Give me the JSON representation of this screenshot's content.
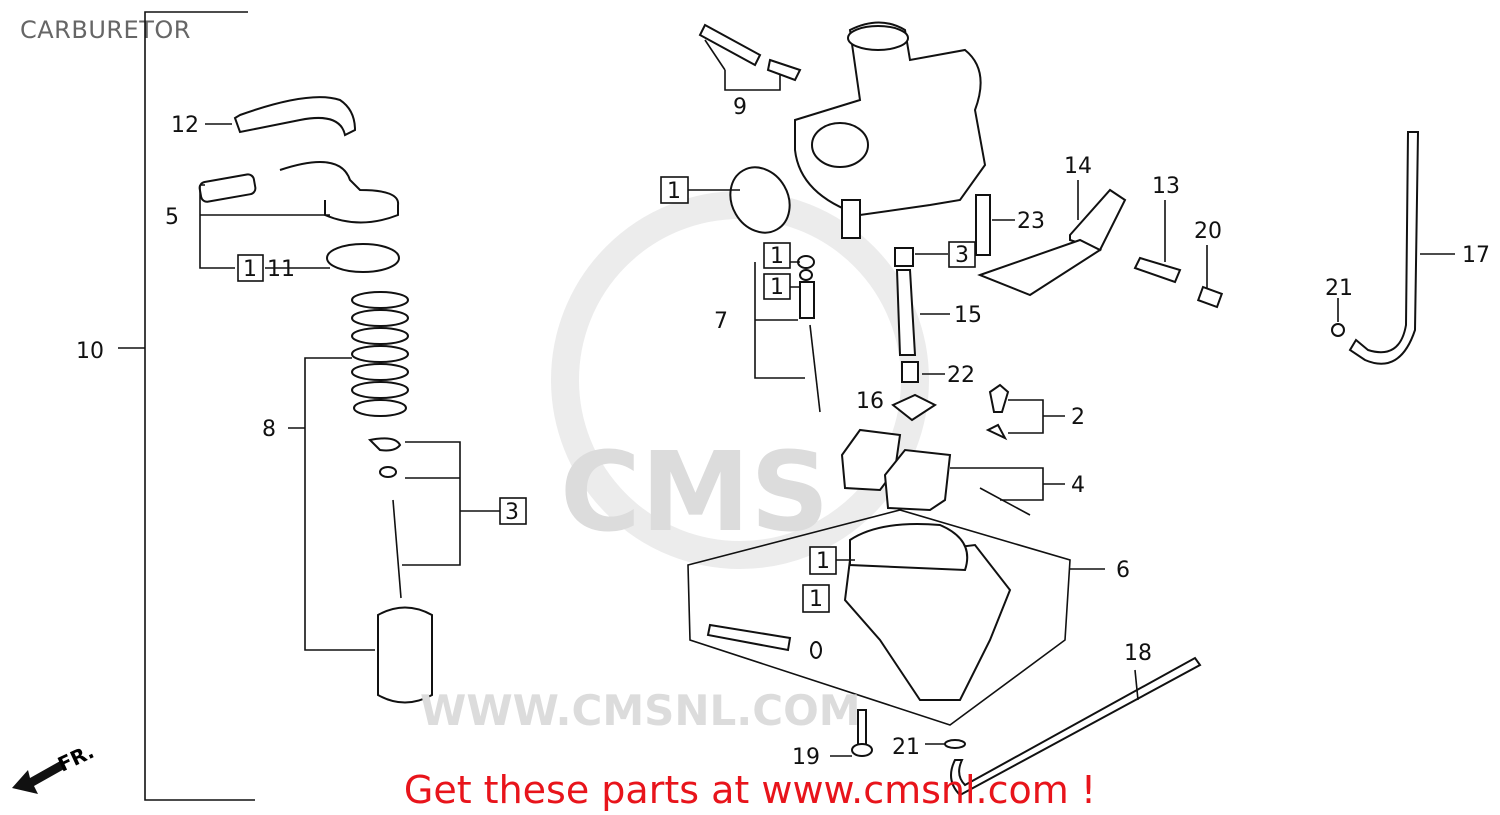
{
  "title": "CARBURETOR",
  "footer": "Get these parts at www.cmsnl.com !",
  "watermark": {
    "logo": "CMS",
    "url": "WWW.CMSNL.COM"
  },
  "direction": "FR.",
  "callouts": {
    "c12": "12",
    "c5": "5",
    "c1a": "1",
    "c11": "11",
    "c10": "10",
    "c8": "8",
    "c3a": "3",
    "c9": "9",
    "c1b": "1",
    "c1c": "1",
    "c1d": "1",
    "c7": "7",
    "c23": "23",
    "c3b": "3",
    "c15": "15",
    "c22": "22",
    "c16": "16",
    "c14": "14",
    "c13": "13",
    "c20": "20",
    "c17": "17",
    "c21a": "21",
    "c2": "2",
    "c4": "4",
    "c6": "6",
    "c1e": "1",
    "c1f": "1",
    "c18": "18",
    "c19": "19",
    "c21b": "21"
  },
  "colors": {
    "footer": "#e8141b",
    "title": "#666666",
    "watermark": "#e4e4e4"
  }
}
